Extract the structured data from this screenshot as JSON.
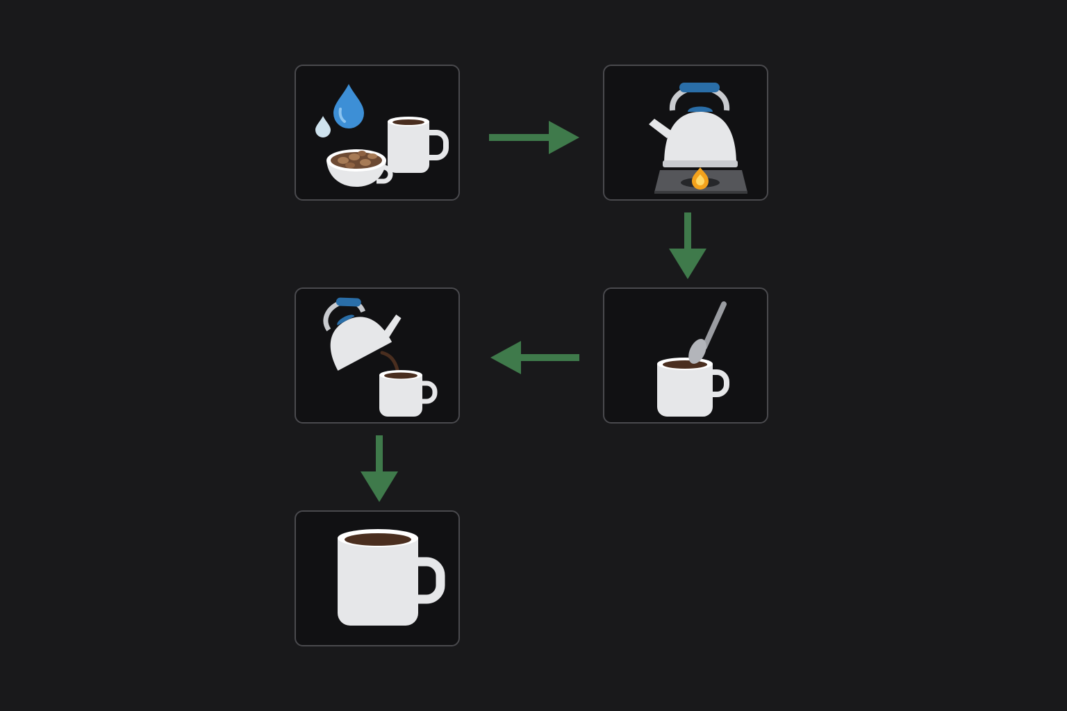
{
  "diagram": {
    "colors": {
      "background": "#19191b",
      "box_fill": "#111113",
      "box_border": "#4a4a4e",
      "arrow": "#3f7a4b",
      "ceramic": "#e6e7e9",
      "coffee": "#4a2e1f",
      "water_blue": "#3d8fd6",
      "kettle_blue": "#2a6ea8",
      "flame": "#f3a21c"
    },
    "steps": [
      {
        "id": "ingredients",
        "icons": [
          "water-drop-icon",
          "coffee-beans-icon",
          "mug-icon"
        ]
      },
      {
        "id": "boil-water",
        "icons": [
          "kettle-icon",
          "stove-flame-icon"
        ]
      },
      {
        "id": "stir",
        "icons": [
          "spoon-icon",
          "coffee-mug-icon"
        ]
      },
      {
        "id": "pour",
        "icons": [
          "pouring-kettle-icon",
          "coffee-mug-icon"
        ]
      },
      {
        "id": "ready",
        "icons": [
          "coffee-mug-icon"
        ]
      }
    ],
    "connections": [
      {
        "from": "ingredients",
        "to": "boil-water"
      },
      {
        "from": "boil-water",
        "to": "stir"
      },
      {
        "from": "stir",
        "to": "pour"
      },
      {
        "from": "pour",
        "to": "ready"
      }
    ]
  }
}
